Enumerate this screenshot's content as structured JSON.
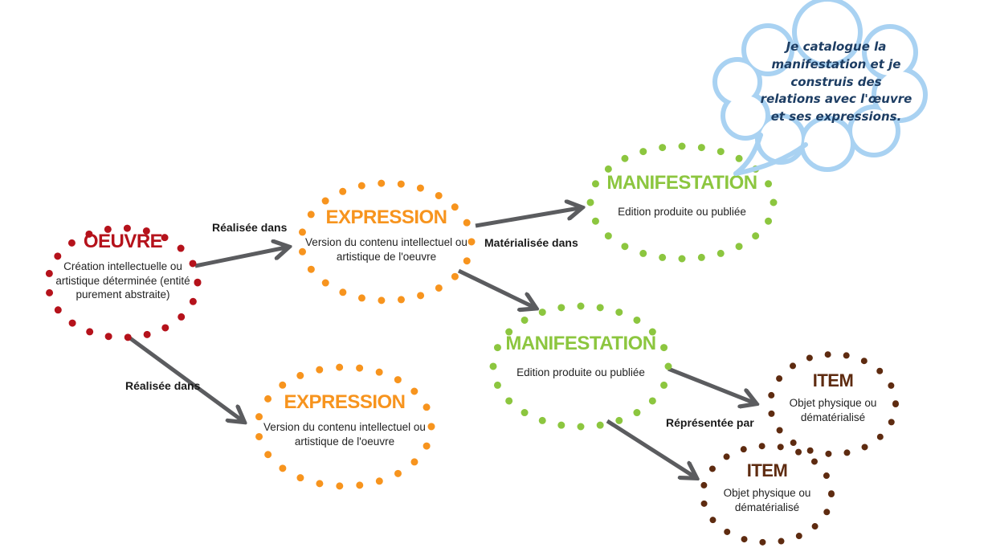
{
  "canvas": {
    "background": "#ffffff"
  },
  "speech_bubble": {
    "lines": [
      "Je catalogue la",
      "manifestation et je",
      "construis des",
      "relations avec l'œuvre",
      "et ses expressions."
    ],
    "outline_color": "#A9D2F2",
    "text_color": "#1D3D63"
  },
  "nodes": {
    "oeuvre": {
      "title": "OEUVRE",
      "description": "Création intellectuelle ou artistique déterminée (entité purement abstraite)",
      "color": "#B5121B"
    },
    "expression_top": {
      "title": "EXPRESSION",
      "description": "Version du contenu intellectuel ou artistique de l'oeuvre",
      "color": "#F7941E"
    },
    "manifestation_top": {
      "title": "MANIFESTATION",
      "description": "Edition produite ou publiée",
      "color": "#8CC63F"
    },
    "manifestation_mid": {
      "title": "MANIFESTATION",
      "description": "Edition produite ou publiée",
      "color": "#8CC63F"
    },
    "expression_bottom": {
      "title": "EXPRESSION",
      "description": "Version du contenu intellectuel ou artistique de l'oeuvre",
      "color": "#F7941E"
    },
    "item_top": {
      "title": "ITEM",
      "description": "Objet physique ou dématérialisé",
      "color": "#5E2B10"
    },
    "item_bottom": {
      "title": "ITEM",
      "description": "Objet physique ou dématérialisé",
      "color": "#5E2B10"
    }
  },
  "edges": {
    "realisee_dans_top": {
      "label": "Réalisée dans"
    },
    "materialisee_dans": {
      "label": "Matérialisée dans"
    },
    "realisee_dans_bottom": {
      "label": "Réalisée dans"
    },
    "representee_par": {
      "label": "Réprésentée par"
    }
  },
  "colors": {
    "arrow": "#5B5C5F"
  }
}
